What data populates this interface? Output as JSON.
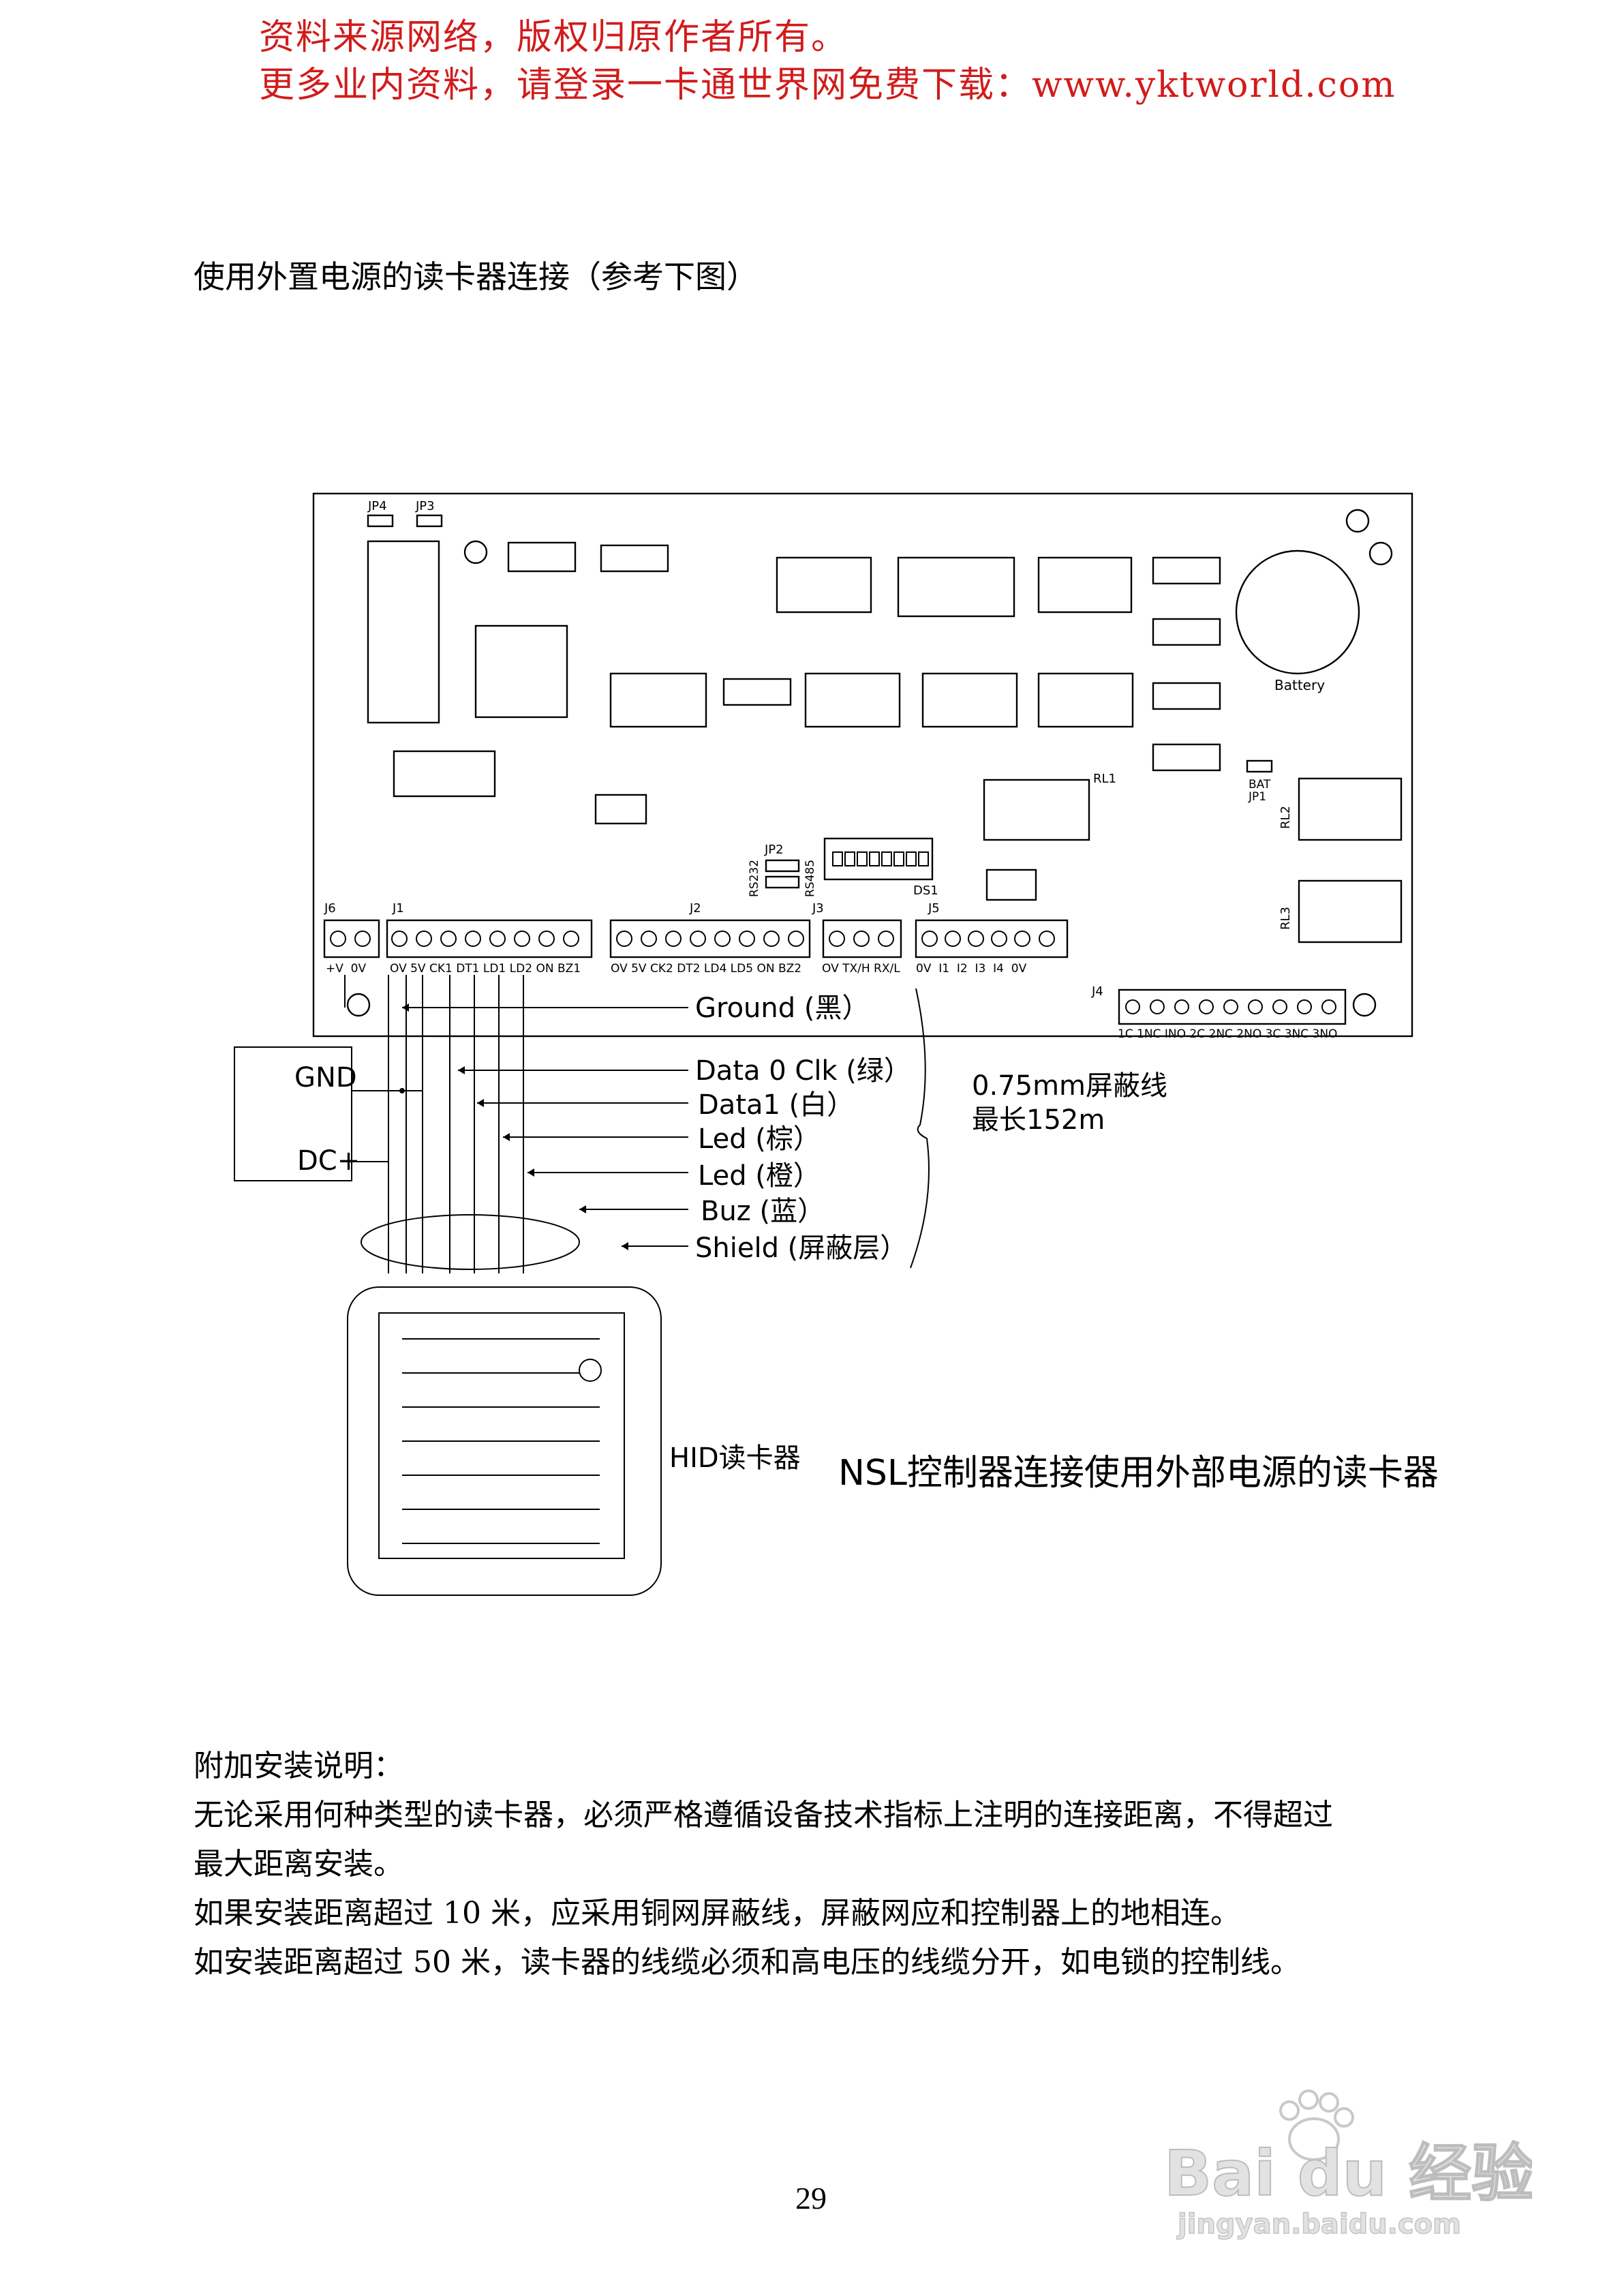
{
  "header": {
    "line1": "资料来源网络，版权归原作者所有。",
    "line2": "更多业内资料，请登录一卡通世界网免费下载：www.yktworld.com"
  },
  "section_title": "使用外置电源的读卡器连接（参考下图）",
  "diagram": {
    "jumpers_top": [
      "JP4",
      "JP3"
    ],
    "battery_label": "Battery",
    "relay_labels": [
      "RL1",
      "RL2",
      "RL3"
    ],
    "bat_jp1_labels": [
      "BAT",
      "JP1"
    ],
    "jp2_label": "JP2",
    "rs232_label": "RS232",
    "rs485_label": "RS485",
    "ds1_label": "DS1",
    "connectors": {
      "j6": {
        "label": "J6",
        "pins": "+V  0V"
      },
      "j1": {
        "label": "J1",
        "pins": "OV 5V CK1 DT1 LD1 LD2 ON BZ1"
      },
      "j2": {
        "label": "J2",
        "pins": "OV 5V CK2 DT2 LD4 LD5 ON BZ2"
      },
      "j3": {
        "label": "J3",
        "pins": "OV TX/H RX/L"
      },
      "j5": {
        "label": "J5",
        "pins": "0V  I1  I2  I3  I4  0V"
      },
      "j4": {
        "label": "J4",
        "pins": "1C 1NC INO 2C 2NC 2NO 3C 3NC 3NO"
      }
    },
    "power_supply": {
      "gnd": "GND",
      "dc": "DC+"
    },
    "wires": [
      "Ground (黑）",
      "Data 0 Clk (绿）",
      "Data1 (白）",
      "Led (棕）",
      "Led (橙）",
      "Buz (蓝）",
      "Shield (屏蔽层）"
    ],
    "cable_spec": [
      "0.75mm屏蔽线",
      "最长152m"
    ],
    "reader_label": "HID读卡器",
    "caption": "NSL控制器连接使用外部电源的读卡器"
  },
  "notes": {
    "heading": "附加安装说明：",
    "lines": [
      "无论采用何种类型的读卡器，必须严格遵循设备技术指标上注明的连接距离，不得超过",
      "最大距离安装。",
      "如果安装距离超过 10 米，应采用铜网屏蔽线，屏蔽网应和控制器上的地相连。",
      "如安装距离超过 50 米，读卡器的线缆必须和高电压的线缆分开，如电锁的控制线。"
    ]
  },
  "page_number": "29",
  "watermark": {
    "brand": "Bai du 经验",
    "url": "jingyan.baidu.com"
  }
}
